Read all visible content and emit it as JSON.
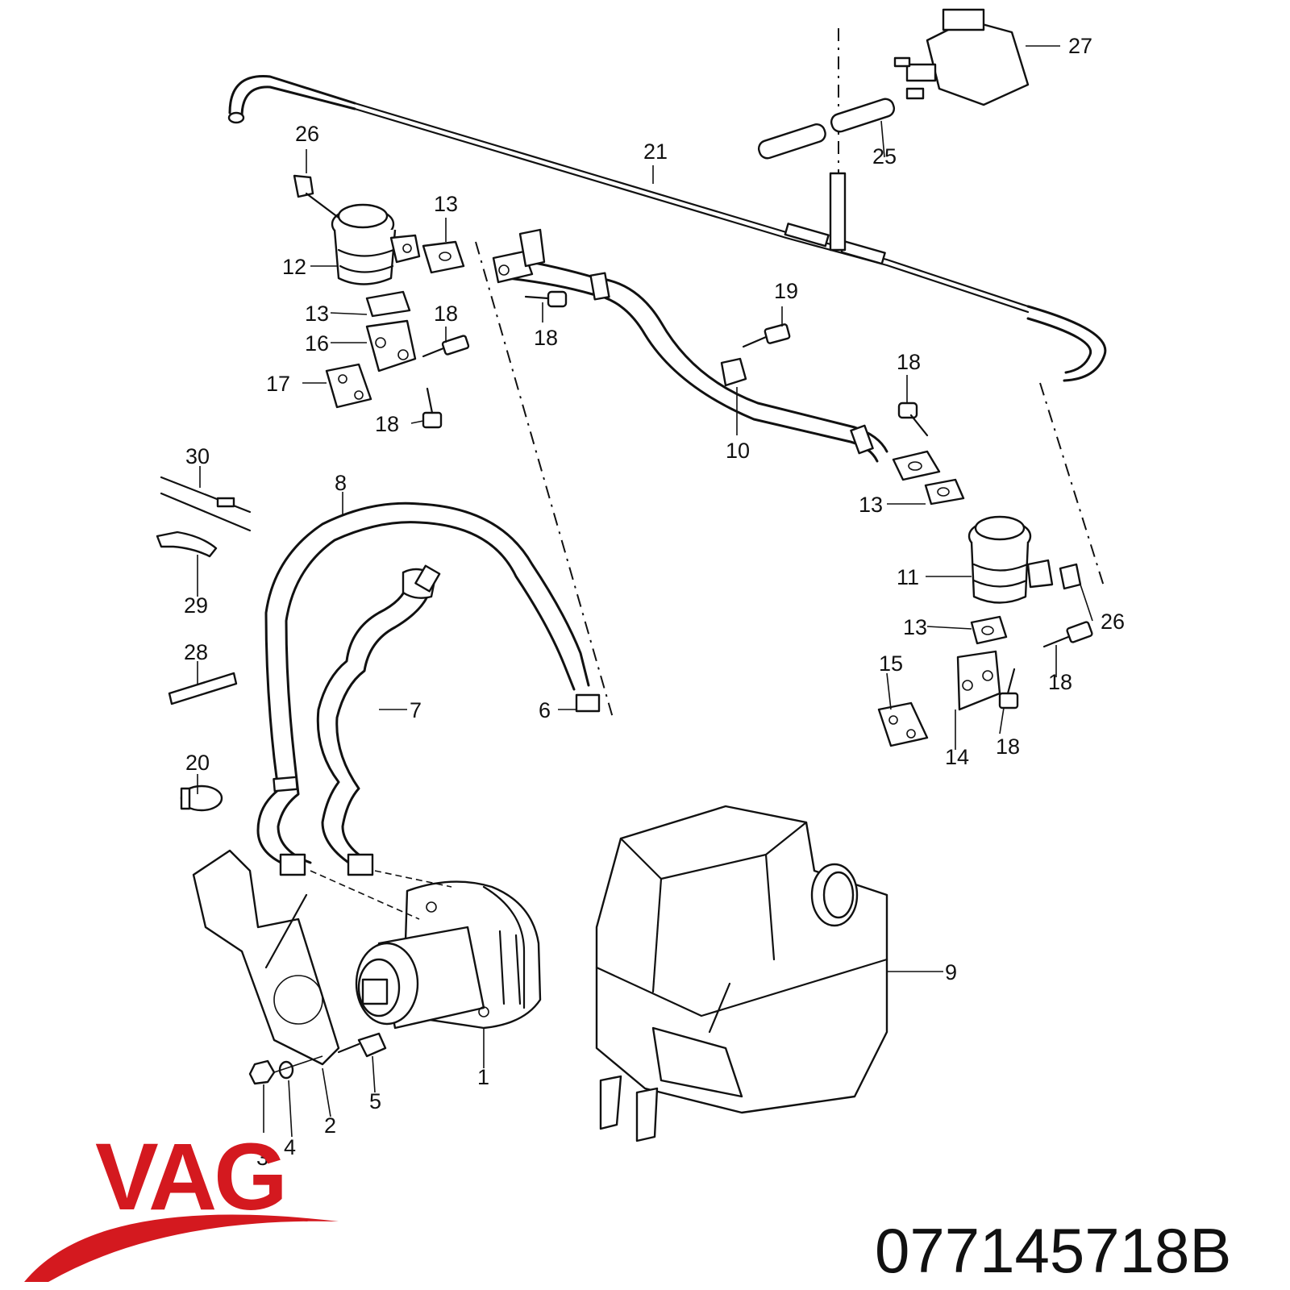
{
  "labels": {
    "l1": "1",
    "l2": "2",
    "l3": "3",
    "l4": "4",
    "l5": "5",
    "l6": "6",
    "l7": "7",
    "l8": "8",
    "l9": "9",
    "l10": "10",
    "l11": "11",
    "l12": "12",
    "l13a": "13",
    "l13b": "13",
    "l13c": "13",
    "l13d": "13",
    "l14": "14",
    "l15": "15",
    "l16": "16",
    "l17": "17",
    "l18a": "18",
    "l18b": "18",
    "l18c": "18",
    "l18d": "18",
    "l18e": "18",
    "l18f": "18",
    "l19": "19",
    "l20": "20",
    "l21": "21",
    "l25": "25",
    "l26a": "26",
    "l26b": "26",
    "l27": "27",
    "l28": "28",
    "l29": "29",
    "l30": "30"
  },
  "brand": {
    "logo_text": "VAG",
    "part_number": "077145718B",
    "accent": "#d4191f"
  }
}
